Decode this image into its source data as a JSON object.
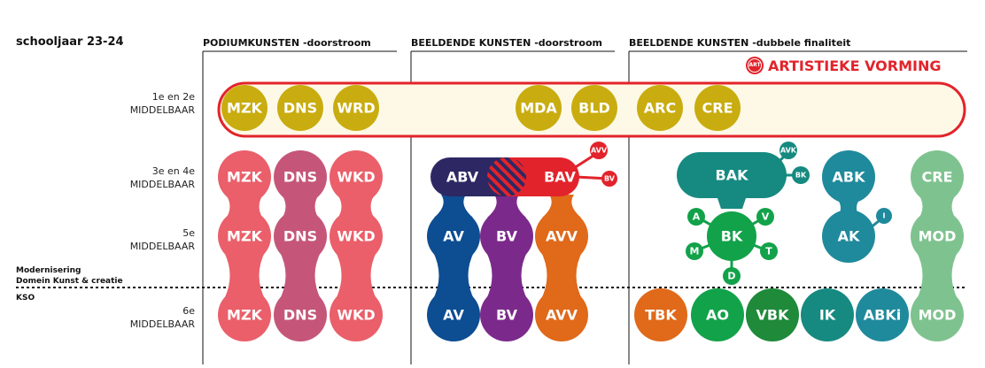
{
  "title": "schooljaar 23-24",
  "columns": {
    "podium": "PODIUMKUNSTEN -doorstroom",
    "beeldend": "BEELDENDE KUNSTEN -doorstroom",
    "finaliteit": "BEELDENDE KUNSTEN -dubbele finaliteit"
  },
  "artistieke": {
    "badge": "ART",
    "label": "ARTISTIEKE VORMING"
  },
  "rows": {
    "r1": {
      "line1": "1e en 2e",
      "line2": "MIDDELBAAR"
    },
    "r2": {
      "line1": "3e en 4e",
      "line2": "MIDDELBAAR"
    },
    "r3": {
      "line1": "5e",
      "line2": "MIDDELBAAR"
    },
    "r4": {
      "line1": "6e",
      "line2": "MIDDELBAAR"
    }
  },
  "side": {
    "modernisering1": "Modernisering",
    "modernisering2": "Domein Kunst & creatie",
    "kso": "KSO"
  },
  "colors": {
    "mustard": "#c9ac0f",
    "red": "#e2232b",
    "pink": "#ea5f6a",
    "rose": "#c5567a",
    "navy": "#2d2864",
    "blue": "#0d4d92",
    "purple": "#7b2a8b",
    "orange": "#e0691a",
    "teal": "#168a80",
    "tealblue": "#1f8a9c",
    "green": "#12a24a",
    "lightgreen": "#7ec38f",
    "darkgreen": "#1e8a3a",
    "cream": "#fdf9e6"
  },
  "bubbles": {
    "r1": [
      "MZK",
      "DNS",
      "WRD",
      "MDA",
      "BLD",
      "ARC",
      "CRE"
    ],
    "podium": [
      "MZK",
      "DNS",
      "WKD"
    ],
    "abv": "ABV",
    "bav": "BAV",
    "bav_avv": "AVV",
    "bav_bv": "BV",
    "bk_cols": [
      "AV",
      "BV",
      "AVV"
    ],
    "bak": "BAK",
    "bak_avk": "AVK",
    "bak_bk": "BK",
    "bk": "BK",
    "bk_sats": [
      "A",
      "V",
      "M",
      "T",
      "D"
    ],
    "abk": "ABK",
    "ak": "AK",
    "ak_i": "I",
    "cre": "CRE",
    "mod": "MOD",
    "r4_right": [
      "TBK",
      "AO",
      "VBK",
      "IK",
      "ABKi"
    ]
  }
}
